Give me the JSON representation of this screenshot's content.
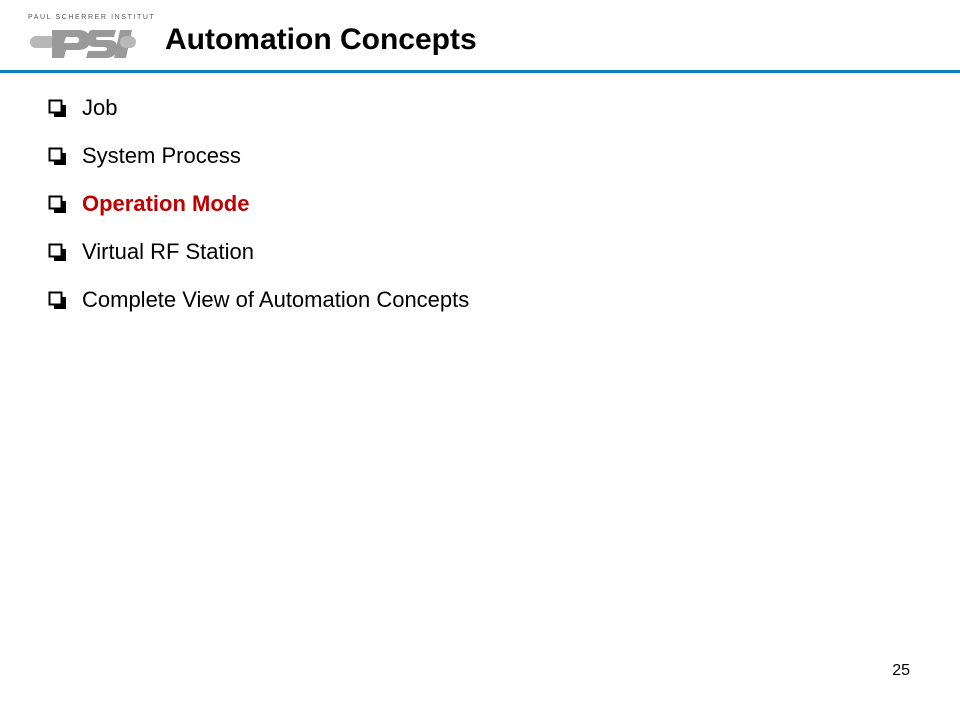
{
  "logo": {
    "caption": "PAUL SCHERRER INSTITUT",
    "mark": "PSI",
    "colors": {
      "mark": "#9a9a9a",
      "accent": "#6e6e6e"
    }
  },
  "slide": {
    "title": "Automation Concepts",
    "rule_color": "#0e7fc6",
    "bullets": [
      {
        "label": "Job",
        "active": false
      },
      {
        "label": "System Process",
        "active": false
      },
      {
        "label": "Operation Mode",
        "active": true
      },
      {
        "label": "Virtual RF Station",
        "active": false
      },
      {
        "label": "Complete View of Automation Concepts",
        "active": false
      }
    ],
    "bullet_icon": "checkbox-icon",
    "highlight_color": "#c00000",
    "page_number": "25"
  }
}
